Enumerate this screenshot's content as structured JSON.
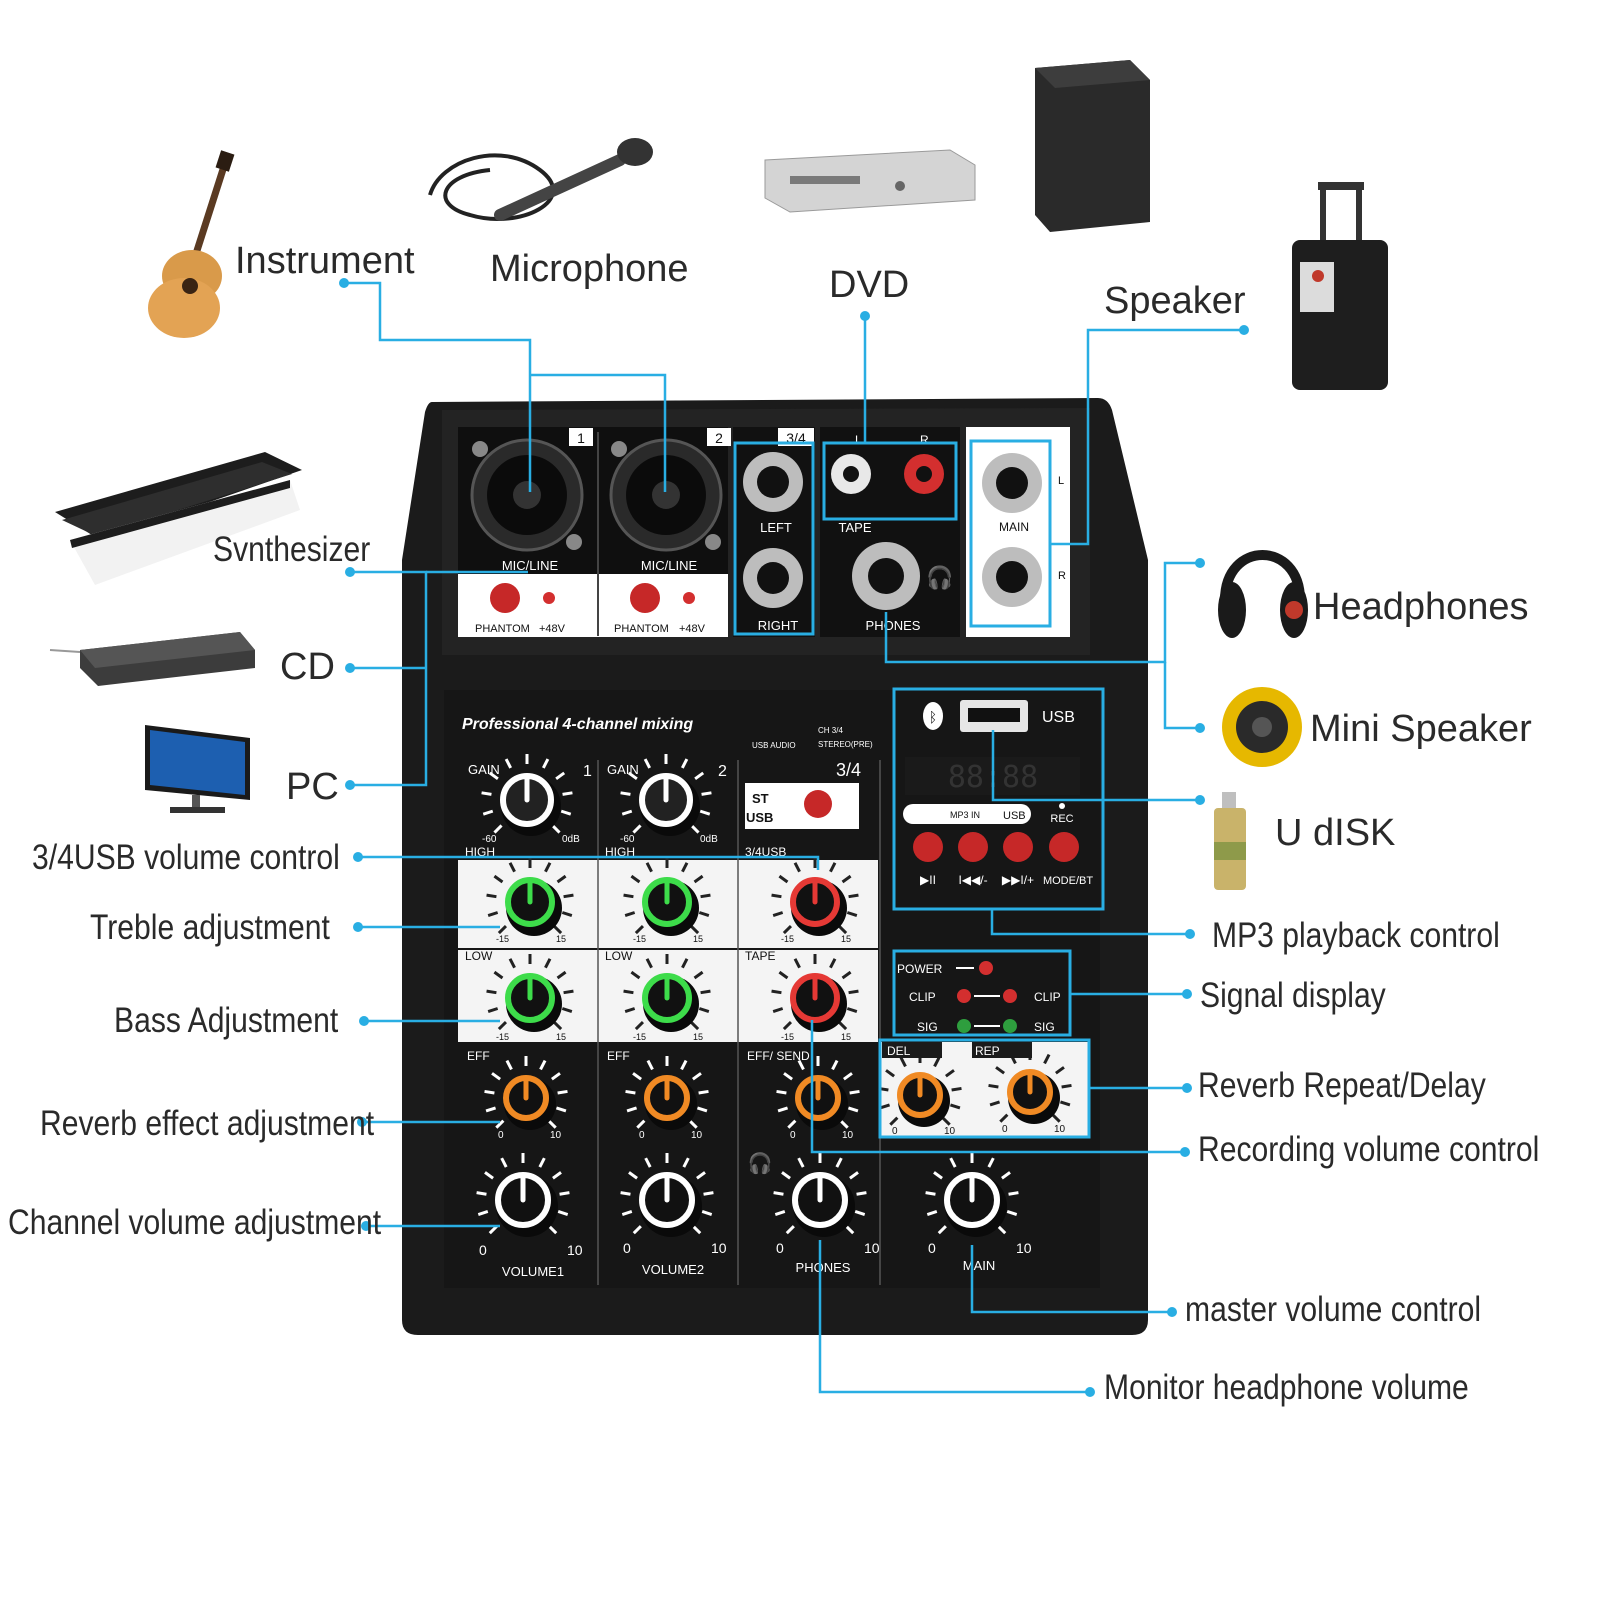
{
  "devices_left": {
    "instrument": "Instrument",
    "synthesizer": "Svnthesizer",
    "cd": "CD",
    "pc": "PC"
  },
  "devices_top": {
    "microphone": "Microphone",
    "dvd": "DVD",
    "speaker": "Speaker"
  },
  "devices_right": {
    "headphones": "Headphones",
    "mini_speaker": "Mini Speaker",
    "u_disk": "U dISK"
  },
  "callouts_left": {
    "usb_volume": "3/4USB volume control",
    "treble": "Treble adjustment",
    "bass": "Bass Adjustment",
    "reverb_effect": "Reverb effect adjustment",
    "channel_volume": "Channel volume adjustment"
  },
  "callouts_right": {
    "mp3_playback": "MP3 playback control",
    "signal_display": "Signal display",
    "reverb_repeat_delay": "Reverb Repeat/Delay",
    "recording_volume": "Recording volume control",
    "master_volume": "master volume control",
    "monitor_headphone": "Monitor headphone volume"
  },
  "mixer": {
    "ch1_badge": "1",
    "ch2_badge": "2",
    "ch34_badge": "3/4",
    "mic_line": "MIC/LINE",
    "phantom": "PHANTOM",
    "plus48v": "+48V",
    "left": "LEFT",
    "right": "RIGHT",
    "tape": "TAPE",
    "tape_l": "L",
    "tape_r": "R",
    "phones": "PHONES",
    "main": "MAIN",
    "main_l": "L",
    "main_r": "R",
    "title": "Professional 4-channel mixing",
    "usb_audio": "USB AUDIO",
    "ch34_small": "CH 3/4",
    "stereo_pre": "STEREO(PRE)",
    "usb": "USB",
    "gain": "GAIN",
    "gain_min": "-60",
    "gain_max": "0dB",
    "high": "HIGH",
    "low": "LOW",
    "usb34": "3/4USB",
    "tape_knob": "TAPE",
    "eq_min": "-15",
    "eq_max": "15",
    "eff": "EFF",
    "eff_send": "EFF/ SEND",
    "st": "ST",
    "usb_sel": "USB",
    "vol_min": "0",
    "vol_max": "10",
    "volume1": "VOLUME1",
    "volume2": "VOLUME2",
    "phones_knob": "PHONES",
    "main_knob": "MAIN",
    "mp3_in": "MP3 IN",
    "rec": "REC",
    "play_pause": "▶II",
    "prev": "I◀◀/-",
    "next": "▶▶I/+",
    "mode_bt": "MODE/BT",
    "power": "POWER",
    "clip": "CLIP",
    "sig": "SIG",
    "del": "DEL",
    "rep": "REP",
    "display": "88:88"
  }
}
